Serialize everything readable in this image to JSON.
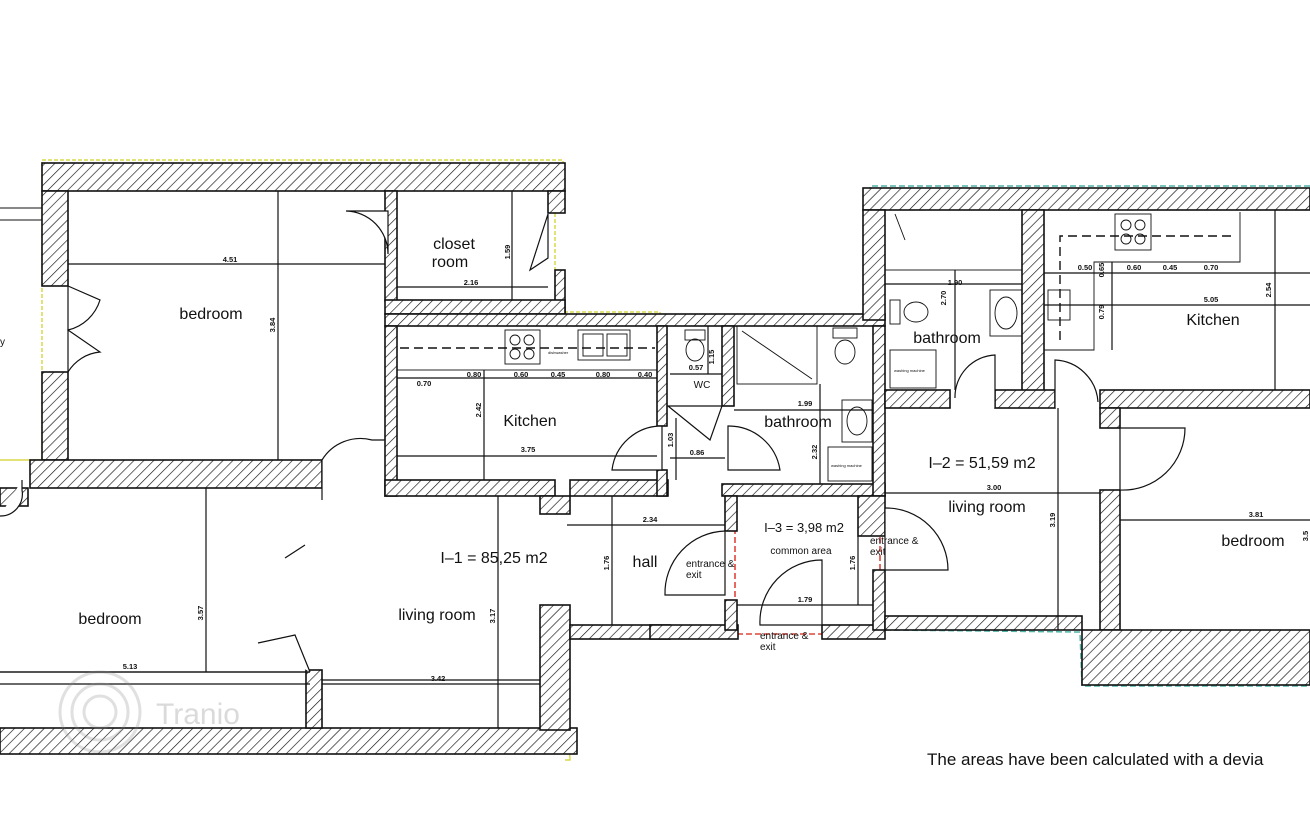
{
  "rooms": {
    "closet_l1": "closet",
    "closet_l2": "room",
    "bedroom_nw": "bedroom",
    "kitchen_1": "Kitchen",
    "wc": "WC",
    "bathroom_1": "bathroom",
    "bathroom_2": "bathroom",
    "kitchen_2": "Kitchen",
    "bedroom_e": "bedroom",
    "bedroom_sw": "bedroom",
    "living_1": "living room",
    "hall": "hall",
    "living_2": "living room",
    "common_area": "common area",
    "entrance_l1": "entrance &",
    "entrance_l2": "exit",
    "edge_cut": "y"
  },
  "areas": {
    "unit1": "I–1 = 85,25 m2",
    "unit2": "I–2 = 51,59 m2",
    "unit3": "I–3 = 3,98 m2"
  },
  "appliances": {
    "dishwasher": "dishwasher",
    "washing_machine": "washing machine"
  },
  "dimensions": {
    "d451": "4.51",
    "d216": "2.16",
    "d159": "1.59",
    "d384": "3.84",
    "d070": "0.70",
    "d080": "0.80",
    "d060": "0.60",
    "d045": "0.45",
    "d040": "0.40",
    "d057": "0.57",
    "d115": "1.15",
    "d242": "2.42",
    "d375": "3.75",
    "d103": "1.03",
    "d086": "0.86",
    "d199": "1.99",
    "d232": "2.32",
    "d234": "2.34",
    "d176": "1.76",
    "d179": "1.79",
    "d190": "1.90",
    "d270": "2.70",
    "d050": "0.50",
    "d065": "0.65",
    "d505": "5.05",
    "d079": "0.79",
    "d254": "2.54",
    "d300": "3.00",
    "d319": "3.19",
    "d381": "3.81",
    "d357": "3.57",
    "d513": "5.13",
    "d342": "3.42",
    "d317": "3.17",
    "d357b": "3.5"
  },
  "footnote": "The areas have been calculated with a devia",
  "watermark": "Tranio",
  "colors": {
    "outline_unit1": "#d8d84a",
    "outline_unit2": "#4fb3a8",
    "outline_unit3": "#e0453a"
  }
}
